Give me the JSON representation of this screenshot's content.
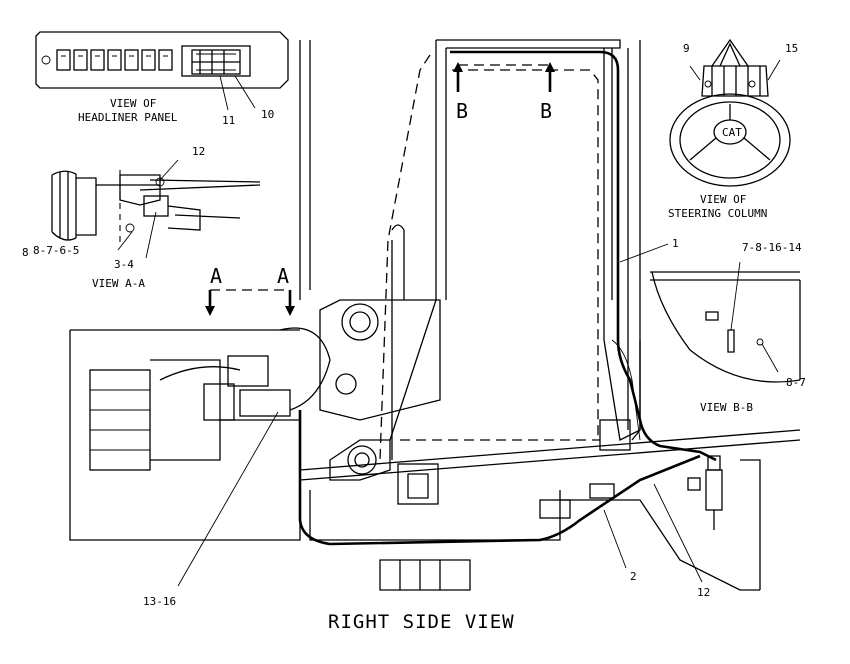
{
  "title": "RIGHT SIDE VIEW",
  "views": {
    "headliner": "VIEW OF",
    "headliner2": "HEADLINER PANEL",
    "steering": "VIEW OF",
    "steering2": "STEERING COLUMN",
    "section_aa": "VIEW A-A",
    "section_bb": "VIEW B-B"
  },
  "section_markers": {
    "a_left": "A",
    "a_right": "A",
    "b_left": "B",
    "b_right": "B"
  },
  "callouts": {
    "c1": "1",
    "c2": "2",
    "c12_bottom": "12",
    "c12_top": "12",
    "c13_16": "13-16",
    "c11": "11",
    "c10": "10",
    "c9": "9",
    "c15": "15",
    "c3_4": "3-4",
    "c8_7_6_5": "8-7-6-5",
    "c8": "8",
    "c7_8_16_14": "7-8-16-14",
    "c8_7": "8-7"
  },
  "logo": "CAT"
}
